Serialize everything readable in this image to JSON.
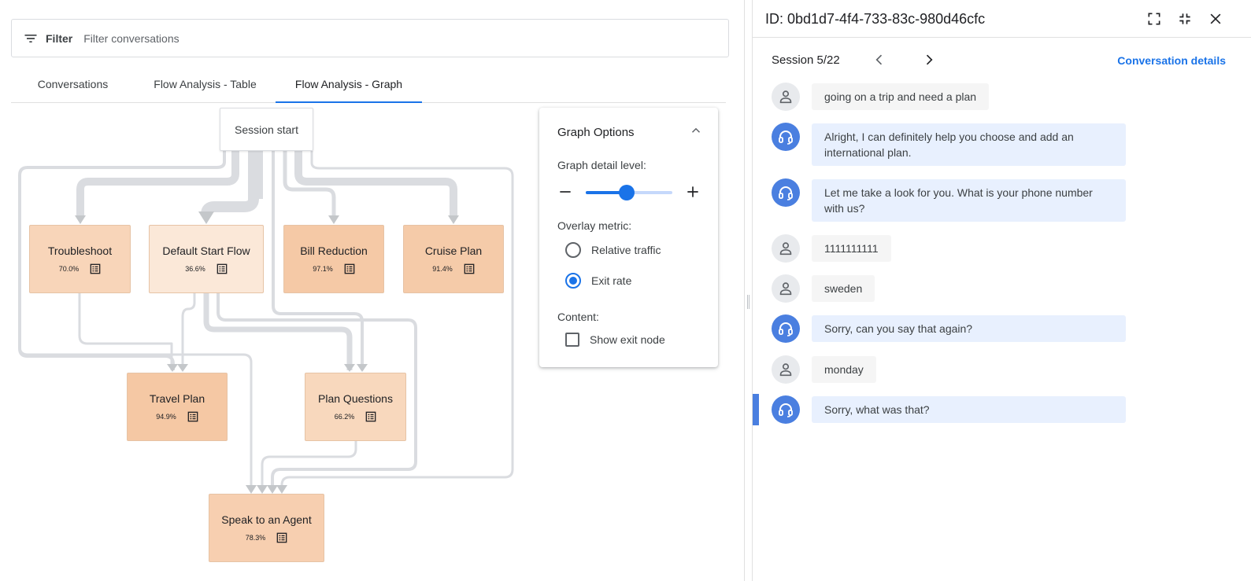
{
  "filter": {
    "label": "Filter",
    "placeholder": "Filter conversations",
    "value": ""
  },
  "tabs": [
    {
      "label": "Conversations",
      "active": false
    },
    {
      "label": "Flow Analysis - Table",
      "active": false
    },
    {
      "label": "Flow Analysis - Graph",
      "active": true
    }
  ],
  "graph": {
    "session_start": "Session start",
    "nodes": [
      {
        "id": "troubleshoot",
        "title": "Troubleshoot",
        "exit_rate": "70.0%"
      },
      {
        "id": "default-start-flow",
        "title": "Default Start Flow",
        "exit_rate": "36.6%"
      },
      {
        "id": "bill-reduction",
        "title": "Bill Reduction",
        "exit_rate": "97.1%"
      },
      {
        "id": "cruise-plan",
        "title": "Cruise Plan",
        "exit_rate": "91.4%"
      },
      {
        "id": "travel-plan",
        "title": "Travel Plan",
        "exit_rate": "94.9%"
      },
      {
        "id": "plan-questions",
        "title": "Plan Questions",
        "exit_rate": "66.2%"
      },
      {
        "id": "speak-to-agent",
        "title": "Speak to an Agent",
        "exit_rate": "78.3%"
      }
    ],
    "colors": {
      "edge": "#dadce0",
      "arrow": "#c4c7ca"
    }
  },
  "options": {
    "title": "Graph Options",
    "detail_label": "Graph detail level:",
    "detail_level": 0.47,
    "overlay_label": "Overlay metric:",
    "overlay_options": [
      {
        "label": "Relative traffic",
        "checked": false
      },
      {
        "label": "Exit rate",
        "checked": true
      }
    ],
    "content_label": "Content:",
    "show_exit_node": {
      "label": "Show exit node",
      "checked": false
    },
    "accent": "#1a73e8"
  },
  "panel": {
    "title": "ID: 0bd1d7-4f4-733-83c-980d46cfc",
    "session_label": "Session 5/22",
    "details_link": "Conversation details",
    "messages": [
      {
        "role": "user",
        "text": "going on a trip and need a plan"
      },
      {
        "role": "agent",
        "text": "Alright, I can definitely help you choose and add an international plan."
      },
      {
        "role": "agent",
        "text": "Let me take a look for you. What is your phone number with us?"
      },
      {
        "role": "user",
        "text": "1111111111"
      },
      {
        "role": "user",
        "text": "sweden"
      },
      {
        "role": "agent",
        "text": "Sorry, can you say that again?"
      },
      {
        "role": "user",
        "text": "monday"
      },
      {
        "role": "agent",
        "text": "Sorry, what was that?",
        "active": true
      }
    ],
    "icons": {
      "fullscreen": "fullscreen-icon",
      "exit_fullscreen": "fullscreen-exit-icon",
      "close": "close-icon",
      "prev": "chevron-left-icon",
      "next": "chevron-right-icon",
      "user_avatar": "person-icon",
      "agent_avatar": "headset-icon"
    }
  }
}
